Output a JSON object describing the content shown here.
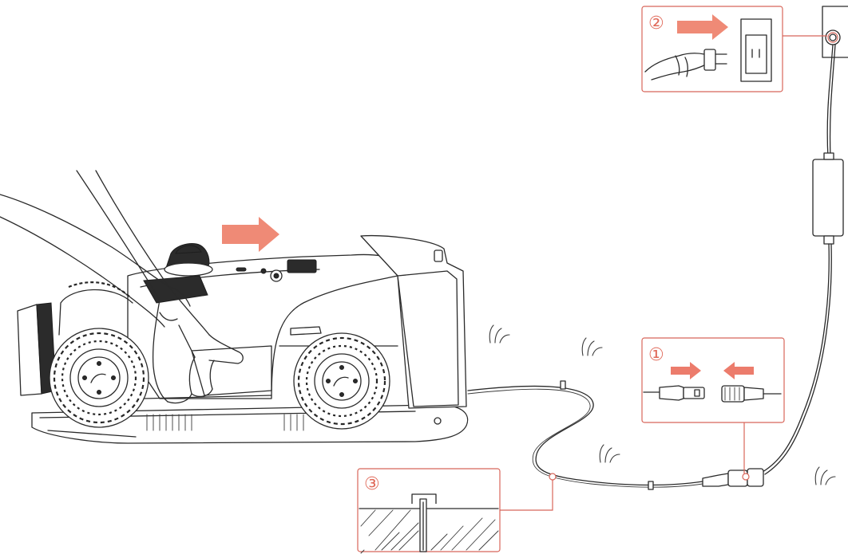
{
  "callouts": [
    {
      "id": "1",
      "label": "①",
      "step": "connect-cable-connectors"
    },
    {
      "id": "2",
      "label": "②",
      "step": "plug-adapter-into-wall-outlet"
    },
    {
      "id": "3",
      "label": "③",
      "step": "stake-cable-into-ground"
    }
  ],
  "colors": {
    "accent": "#e06a5a",
    "arrow": "#ef8a76",
    "line": "#2a2a2a",
    "background": "#ffffff"
  }
}
